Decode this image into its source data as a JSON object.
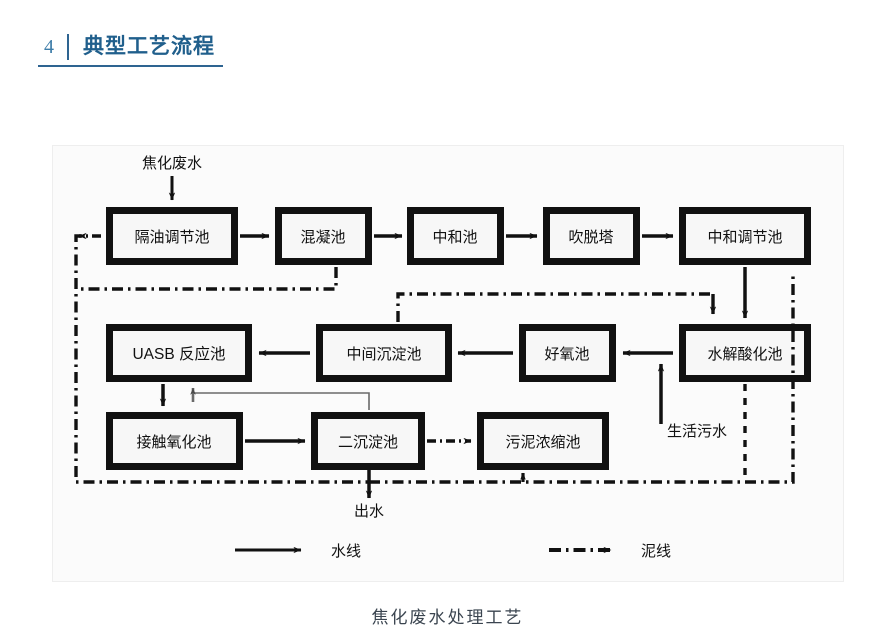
{
  "header": {
    "number": "4",
    "title": "典型工艺流程"
  },
  "figure": {
    "caption": "焦化废水处理工艺",
    "inputs": {
      "influent": "焦化废水",
      "domestic_sewage": "生活污水"
    },
    "outputs": {
      "effluent": "出水"
    },
    "nodes": [
      {
        "id": "oil-separation-regulating-tank",
        "label": "隔油调节池"
      },
      {
        "id": "coagulation-tank",
        "label": "混凝池"
      },
      {
        "id": "neutralization-tank",
        "label": "中和池"
      },
      {
        "id": "stripping-tower",
        "label": "吹脱塔"
      },
      {
        "id": "neutralization-regulating-tank",
        "label": "中和调节池"
      },
      {
        "id": "uasb-reactor",
        "label": "UASB 反应池"
      },
      {
        "id": "intermediate-sedimentation-tank",
        "label": "中间沉淀池"
      },
      {
        "id": "aerobic-tank",
        "label": "好氧池"
      },
      {
        "id": "hydrolysis-acidification-tank",
        "label": "水解酸化池"
      },
      {
        "id": "contact-oxidation-tank",
        "label": "接触氧化池"
      },
      {
        "id": "secondary-sedimentation-tank",
        "label": "二沉淀池"
      },
      {
        "id": "sludge-thickening-tank",
        "label": "污泥浓缩池"
      }
    ],
    "legend": [
      {
        "id": "water-line",
        "label": "水线",
        "style": "solid"
      },
      {
        "id": "sludge-line",
        "label": "泥线",
        "style": "dash-dot"
      }
    ]
  },
  "colors": {
    "accent": "#2E6491",
    "accent_light": "#3C7CA8",
    "caption": "#3b4550",
    "line": "#111111",
    "canvas": "#fbfbfb"
  }
}
